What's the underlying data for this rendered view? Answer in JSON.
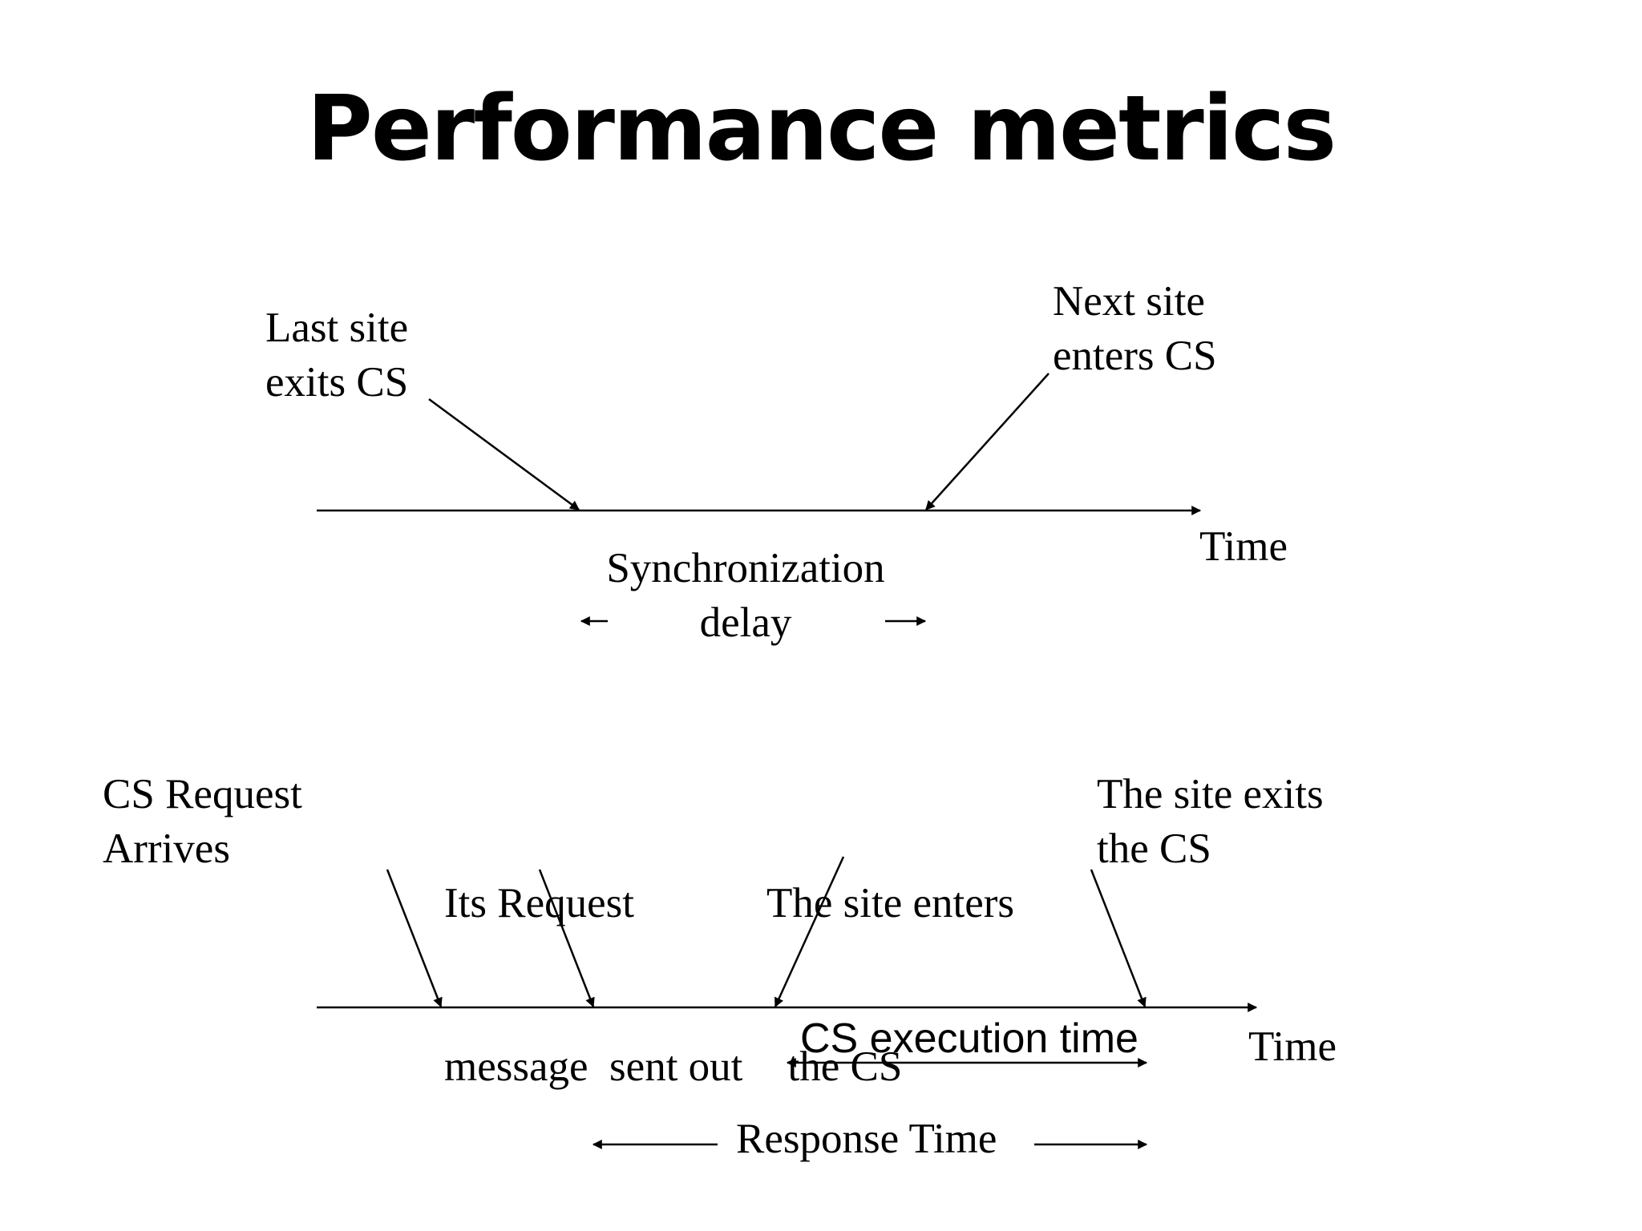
{
  "title": "Performance metrics",
  "top_diagram": {
    "last_site": [
      "Last site",
      "exits CS"
    ],
    "next_site": [
      "Next site",
      "enters CS"
    ],
    "axis_label": "Time",
    "sync_delay": [
      "Synchronization",
      "delay"
    ]
  },
  "bottom_diagram": {
    "cs_request": [
      "CS Request",
      "Arrives"
    ],
    "request_sent": [
      "Its Request",
      "message  sent out"
    ],
    "site_enters": [
      "The site enters",
      "  the CS"
    ],
    "site_exits": [
      "The site exits",
      "the CS"
    ],
    "axis_label": "Time",
    "cs_execution": "CS execution time",
    "response_time": "Response Time"
  }
}
